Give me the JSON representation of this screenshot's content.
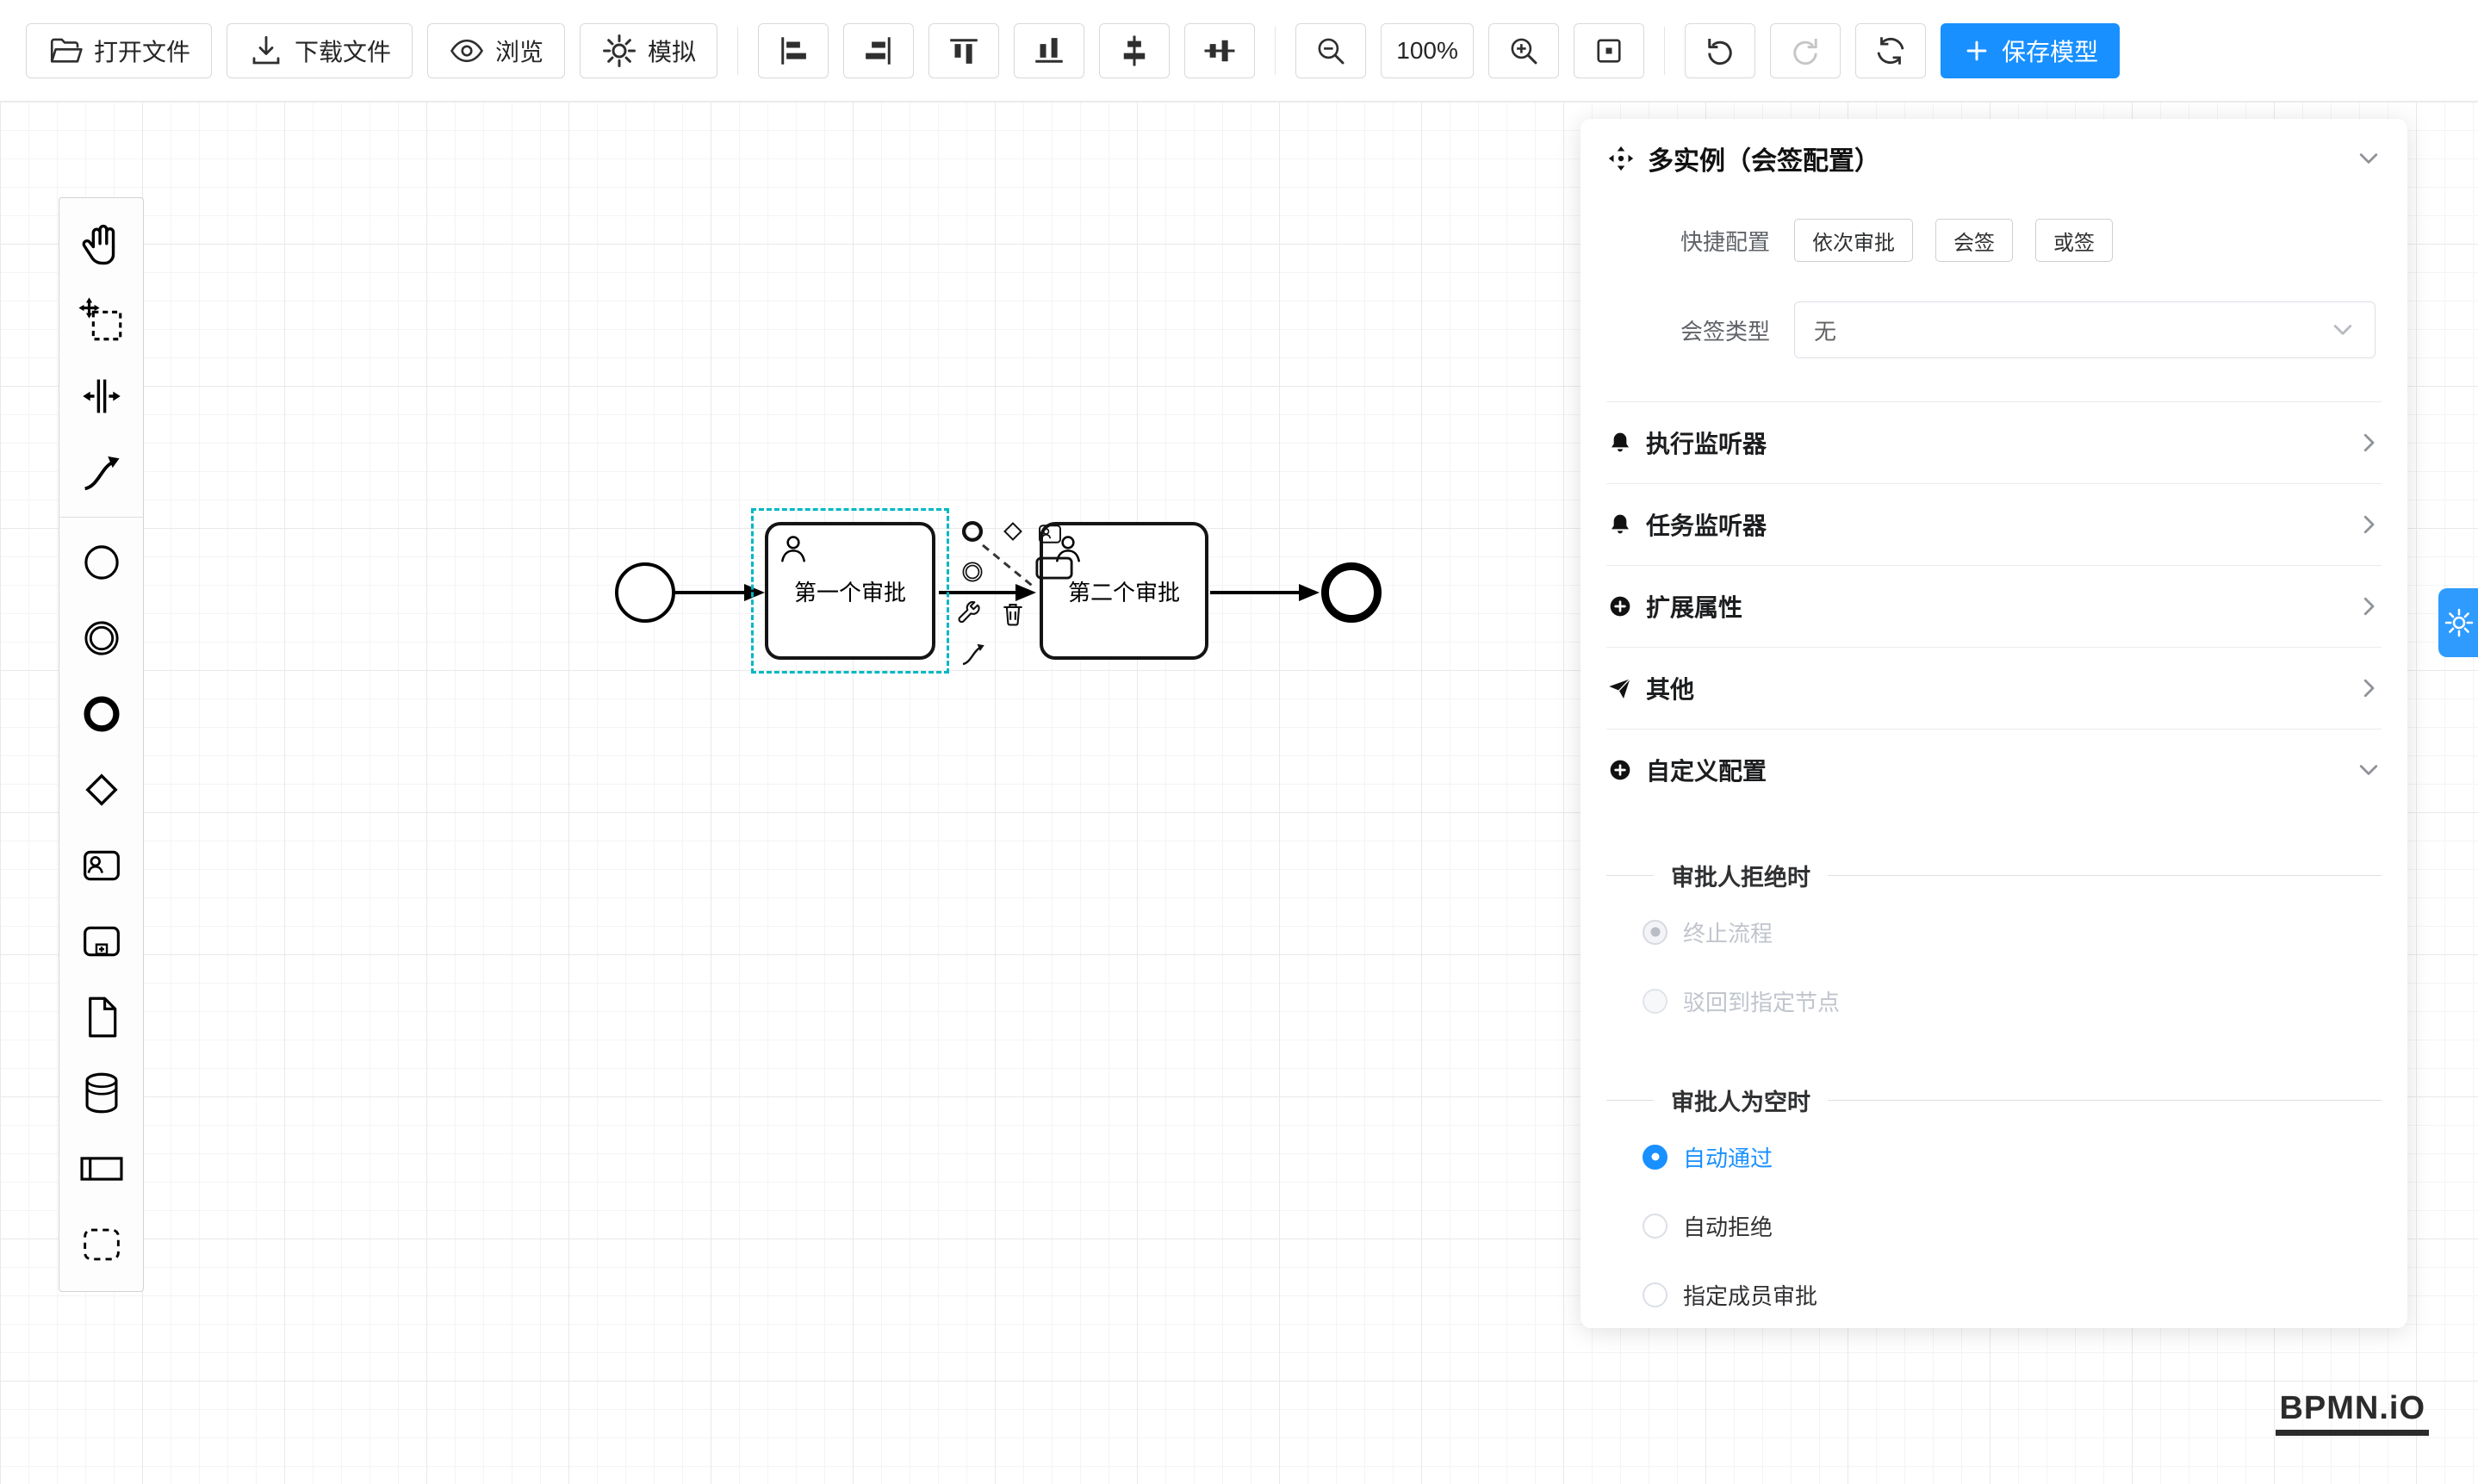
{
  "toolbar": {
    "open_label": "打开文件",
    "download_label": "下载文件",
    "preview_label": "浏览",
    "simulate_label": "模拟",
    "zoom_level": "100%",
    "save_label": "保存模型"
  },
  "diagram": {
    "task1_label": "第一个审批",
    "task2_label": "第二个审批"
  },
  "watermark": "BPMN.iO",
  "panel": {
    "title": "多实例（会签配置）",
    "quick_config": {
      "label": "快捷配置",
      "options": [
        "依次审批",
        "会签",
        "或签"
      ]
    },
    "sign_type": {
      "label": "会签类型",
      "value": "无"
    },
    "sections": [
      {
        "label": "执行监听器"
      },
      {
        "label": "任务监听器"
      },
      {
        "label": "扩展属性"
      },
      {
        "label": "其他"
      },
      {
        "label": "自定义配置"
      }
    ],
    "custom": {
      "reject_title": "审批人拒绝时",
      "reject_options": [
        {
          "label": "终止流程",
          "selected": true,
          "disabled": true
        },
        {
          "label": "驳回到指定节点",
          "selected": false,
          "disabled": true
        }
      ],
      "empty_title": "审批人为空时",
      "empty_options": [
        {
          "label": "自动通过",
          "selected": true
        },
        {
          "label": "自动拒绝",
          "selected": false
        },
        {
          "label": "指定成员审批",
          "selected": false
        }
      ]
    }
  },
  "colors": {
    "accent": "#1890ff",
    "selection_outline": "#00b7c4"
  },
  "icons": {
    "folder-open-icon": "folder outline",
    "download-icon": "arrow-down-to-tray",
    "eye-icon": "eye outline",
    "gear-icon": "gear",
    "zoom-out-icon": "magnifier-minus",
    "zoom-in-icon": "magnifier-plus",
    "fit-view-icon": "square-target",
    "undo-icon": "arrow-ccw",
    "redo-icon": "arrow-cw",
    "restart-icon": "circular-arrows",
    "plus-icon": "+",
    "bell-icon": "bell",
    "plus-circle-icon": "circled plus",
    "send-icon": "paper plane",
    "multi-instance-icon": "four arrows",
    "chevron-right-icon": "›",
    "chevron-down-icon": "⌄"
  }
}
